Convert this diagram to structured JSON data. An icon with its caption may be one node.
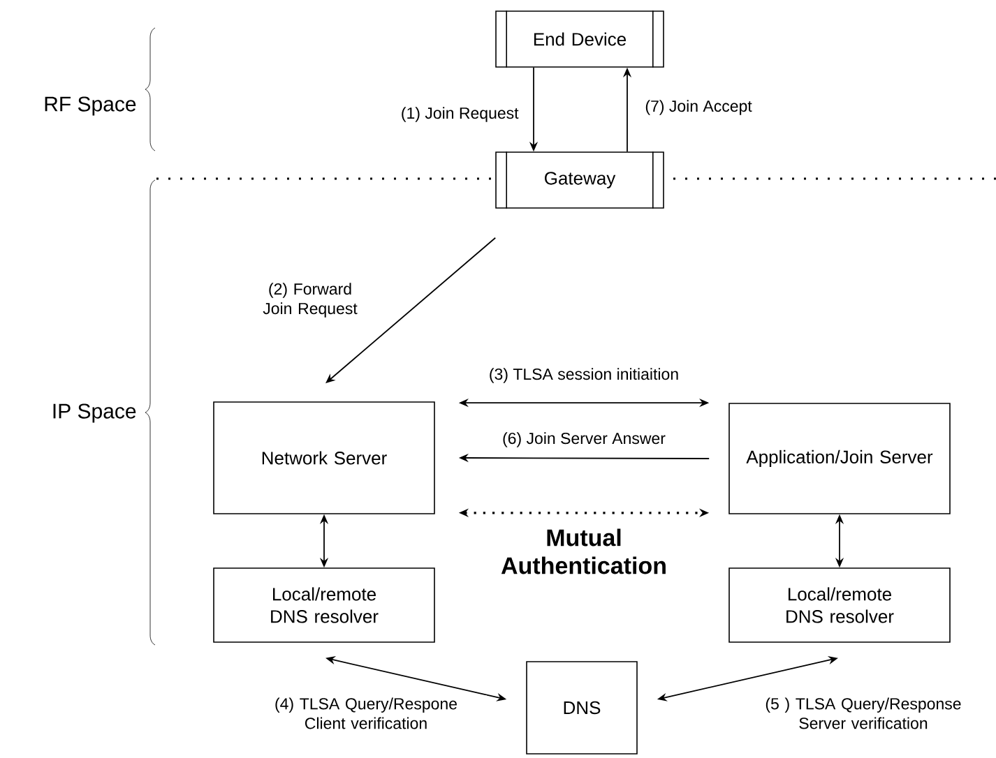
{
  "diagram": {
    "nodes": [
      {
        "text": [
          "End Device"
        ]
      },
      {
        "text": [
          "Gateway"
        ]
      },
      {
        "text": [
          "Network Server"
        ]
      },
      {
        "text": [
          "Application/Join Server"
        ]
      },
      {
        "text": [
          "Local/remote DNS resolver"
        ]
      },
      {
        "text": [
          "Local/remote DNS resolver"
        ]
      },
      {
        "text": [
          "DNS"
        ]
      }
    ],
    "edges": [
      {
        "from": 0,
        "to": 1,
        "arrow": "to",
        "label": "(1) Join Request"
      },
      {
        "from": 1,
        "to": 0,
        "arrow": "to",
        "label": "(7) Join Accept"
      },
      {
        "from": 1,
        "to": 2,
        "arrow": "to",
        "label": "(2) Forward Join Request"
      },
      {
        "from": 2,
        "to": 3,
        "arrow": "both",
        "label": "(3) TLSA session initiaition"
      },
      {
        "from": 3,
        "to": 2,
        "arrow": "to",
        "label": "(6) Join Server Answer"
      },
      {
        "from": 2,
        "to": 3,
        "arrow": "both",
        "style": "dashed",
        "label": "Mutual Authentication"
      },
      {
        "from": 2,
        "to": 4,
        "arrow": "both"
      },
      {
        "from": 3,
        "to": 5,
        "arrow": "both"
      },
      {
        "from": 4,
        "to": 6,
        "arrow": "both",
        "label": "(4) TLSA Query/Respone Client verification"
      },
      {
        "from": 6,
        "to": 5,
        "arrow": "both",
        "label": "(5 ) TLSA Query/Response Server verification"
      }
    ],
    "labels": [
      "RF Space",
      "IP Space"
    ]
  }
}
